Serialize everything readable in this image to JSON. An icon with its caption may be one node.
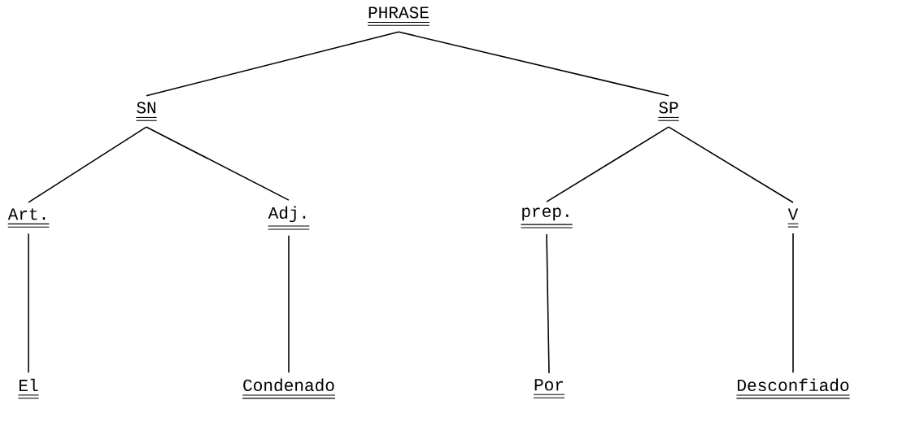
{
  "diagram": {
    "nodes": [
      {
        "text": [
          "PHRASE"
        ]
      },
      {
        "text": [
          "SN"
        ]
      },
      {
        "text": [
          "SP"
        ]
      },
      {
        "text": [
          "Art."
        ]
      },
      {
        "text": [
          "Adj."
        ]
      },
      {
        "text": [
          "prep."
        ]
      },
      {
        "text": [
          "V"
        ]
      },
      {
        "text": [
          "El"
        ]
      },
      {
        "text": [
          "Condenado"
        ]
      },
      {
        "text": [
          "Por"
        ]
      },
      {
        "text": [
          "Desconfiado"
        ]
      }
    ],
    "edges": [
      {
        "from": 0,
        "to": 1,
        "arrow": "none"
      },
      {
        "from": 0,
        "to": 2,
        "arrow": "none"
      },
      {
        "from": 1,
        "to": 3,
        "arrow": "none"
      },
      {
        "from": 1,
        "to": 4,
        "arrow": "none"
      },
      {
        "from": 2,
        "to": 5,
        "arrow": "none"
      },
      {
        "from": 2,
        "to": 6,
        "arrow": "none"
      },
      {
        "from": 3,
        "to": 7,
        "arrow": "none"
      },
      {
        "from": 4,
        "to": 8,
        "arrow": "none"
      },
      {
        "from": 5,
        "to": 9,
        "arrow": "none"
      },
      {
        "from": 6,
        "to": 10,
        "arrow": "none"
      }
    ]
  }
}
